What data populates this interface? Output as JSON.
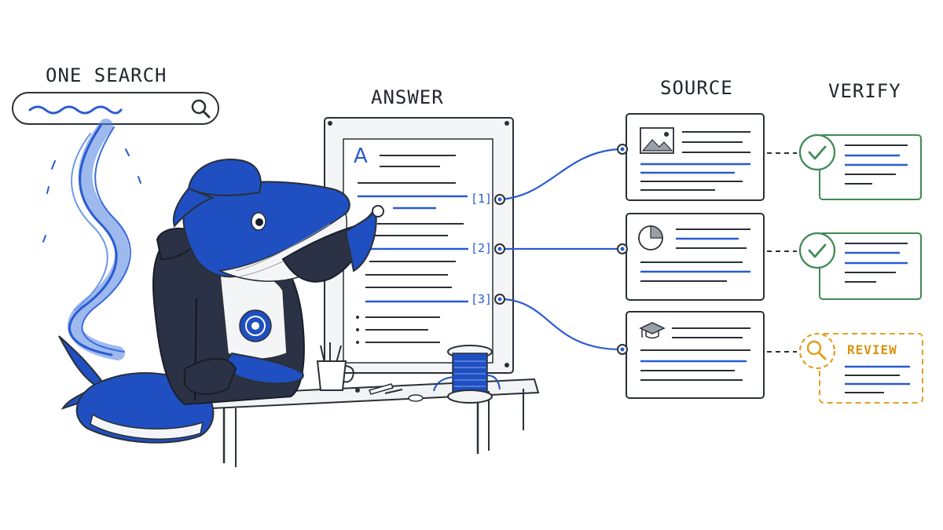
{
  "stages": {
    "search": "ONE SEARCH",
    "answer": "ANSWER",
    "source": "SOURCE",
    "verify": "VERIFY"
  },
  "answer_doc": {
    "letter": "A"
  },
  "citations": [
    "[1]",
    "[2]",
    "[3]"
  ],
  "sources": [
    {
      "icon": "image-icon"
    },
    {
      "icon": "pie-chart-icon"
    },
    {
      "icon": "graduation-cap-icon"
    }
  ],
  "verifications": [
    {
      "status": "verified",
      "icon": "check-icon"
    },
    {
      "status": "verified",
      "icon": "check-icon"
    },
    {
      "status": "review",
      "icon": "magnifier-icon",
      "label": "REVIEW"
    }
  ],
  "colors": {
    "accent_blue": "#2a5bd0",
    "whale_blue": "#1f4fc0",
    "verified_green": "#3f8a55",
    "review_orange": "#e0a020",
    "ink": "#23262d",
    "hoodie": "#2b3245"
  }
}
